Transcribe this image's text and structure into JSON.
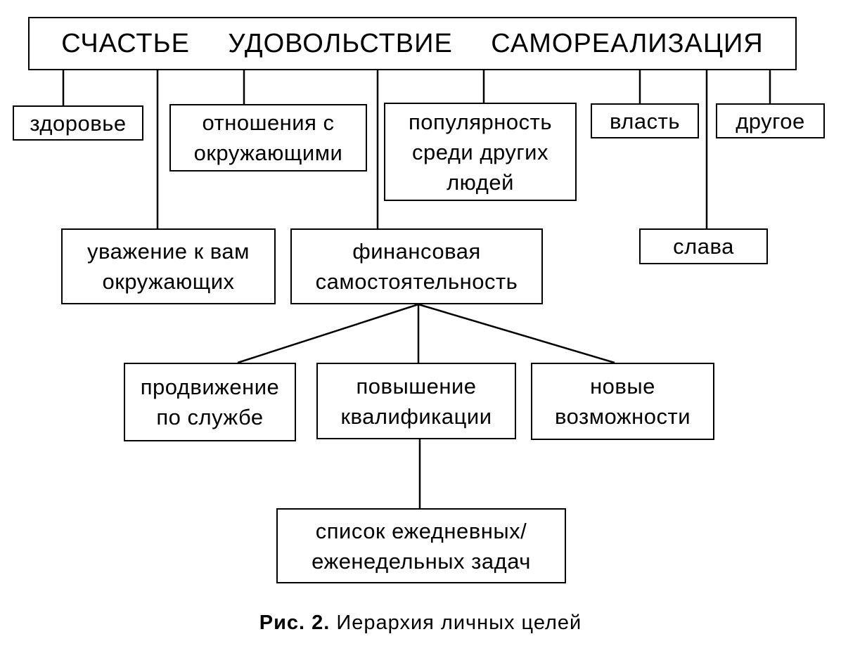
{
  "top": {
    "items": [
      "СЧАСТЬЕ",
      "УДОВОЛЬСТВИЕ",
      "САМОРЕАЛИЗАЦИЯ"
    ]
  },
  "nodes": {
    "health": [
      "здоровье"
    ],
    "relations": [
      "отношения с",
      "окружающими"
    ],
    "popularity": [
      "популярность",
      "среди других",
      "людей"
    ],
    "power": [
      "власть"
    ],
    "other": [
      "другое"
    ],
    "respect": [
      "уважение к вам",
      "окружающих"
    ],
    "finance": [
      "финансовая",
      "самостоятельность"
    ],
    "fame": [
      "слава"
    ],
    "promotion": [
      "продвижение",
      "по службе"
    ],
    "qualification": [
      "повышение",
      "квалификации"
    ],
    "opportunities": [
      "новые",
      "возможности"
    ],
    "tasks": [
      "список ежедневных/",
      "еженедельных задач"
    ]
  },
  "caption": {
    "label": "Рис. 2.",
    "text": "Иерархия личных целей"
  }
}
